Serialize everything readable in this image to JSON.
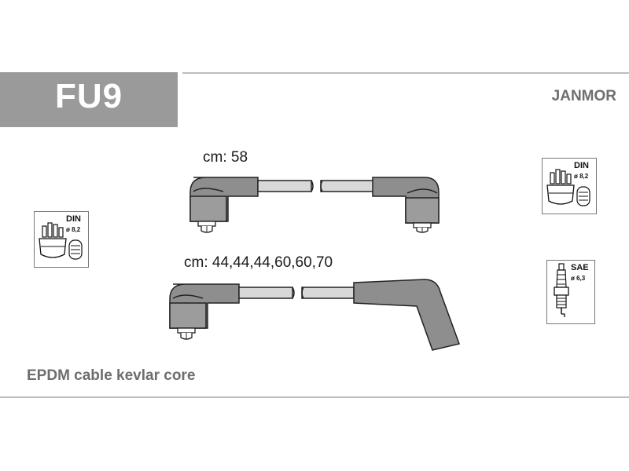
{
  "header": {
    "code": "FU9",
    "brand": "JANMOR"
  },
  "cables": {
    "top_label": "cm: 58",
    "bottom_label": "cm: 44,44,44,60,60,70"
  },
  "icons": {
    "distributor_left": {
      "standard": "DIN",
      "size": "ø 8,2"
    },
    "distributor_right": {
      "standard": "DIN",
      "size": "ø 8,2"
    },
    "spark_plug": {
      "standard": "SAE",
      "size": "ø 6,3"
    }
  },
  "footer": {
    "description": "EPDM cable kevlar core"
  },
  "colors": {
    "header_box": "#9a9a9a",
    "cable_fill": "#8e8e8e",
    "wire_fill": "#d8d8d8"
  }
}
